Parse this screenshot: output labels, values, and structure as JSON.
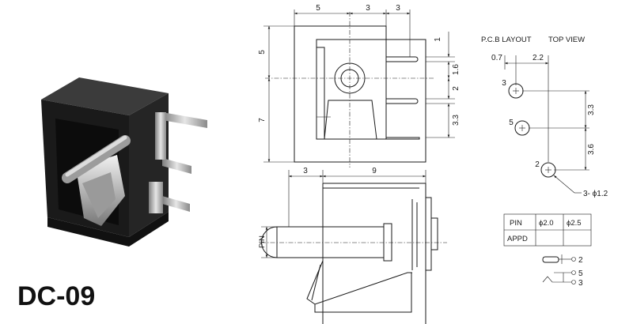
{
  "product": {
    "model": "DC-09"
  },
  "front_view": {
    "top_dims": [
      "5",
      "3",
      "3"
    ],
    "left_dims": [
      "5",
      "7"
    ],
    "right_dims": [
      "1",
      "1.6",
      "2",
      "3.3"
    ]
  },
  "side_view": {
    "top_dims": [
      "3",
      "9"
    ],
    "pin_label": "PIN"
  },
  "pcb_layout": {
    "title": "P.C.B LAYOUT",
    "view_label": "TOP VIEW",
    "top_dims": [
      "0.7",
      "2.2"
    ],
    "right_dims": [
      "3.3",
      "3.6"
    ],
    "pin_numbers": [
      "3",
      "5",
      "2"
    ],
    "hole_note": "3- ϕ1.2"
  },
  "pin_table": {
    "row1": [
      "PIN",
      "ϕ2.0",
      "ϕ2.5"
    ],
    "row2": [
      "APPD",
      "",
      ""
    ]
  },
  "schematic": {
    "pins": [
      "2",
      "5",
      "3"
    ]
  }
}
